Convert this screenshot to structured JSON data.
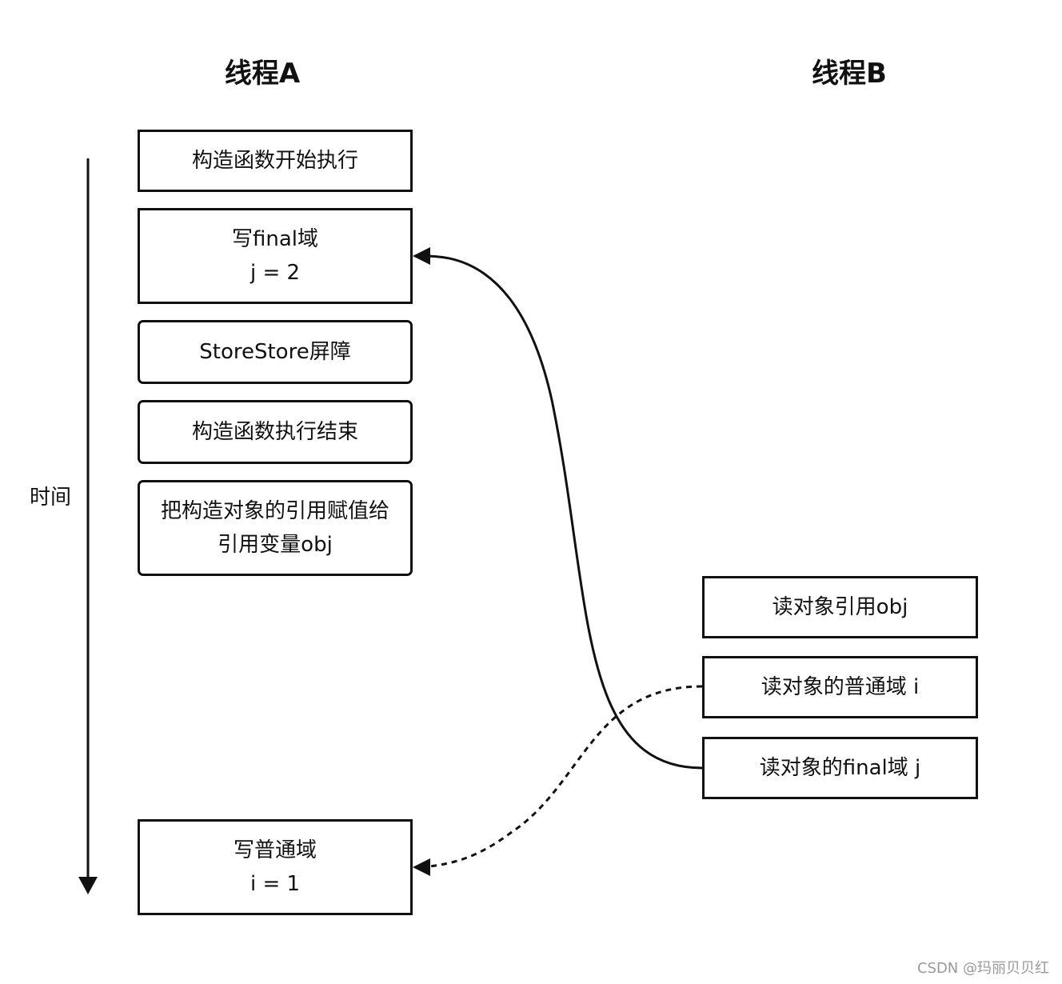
{
  "thread_a": {
    "title": "线程A",
    "steps": [
      {
        "lines": [
          "构造函数开始执行"
        ]
      },
      {
        "lines": [
          "写final域",
          "j = 2"
        ]
      },
      {
        "lines": [
          "StoreStore屏障"
        ]
      },
      {
        "lines": [
          "构造函数执行结束"
        ]
      },
      {
        "lines": [
          "把构造对象的引用赋值给",
          "引用变量obj"
        ]
      },
      {
        "lines": [
          "写普通域",
          "i = 1"
        ]
      }
    ]
  },
  "thread_b": {
    "title": "线程B",
    "steps": [
      {
        "lines": [
          "读对象引用obj"
        ]
      },
      {
        "lines": [
          "读对象的普通域 i"
        ]
      },
      {
        "lines": [
          "读对象的final域 j"
        ]
      }
    ]
  },
  "time_axis": {
    "label": "时间"
  },
  "watermark": "CSDN @玛丽贝贝红"
}
